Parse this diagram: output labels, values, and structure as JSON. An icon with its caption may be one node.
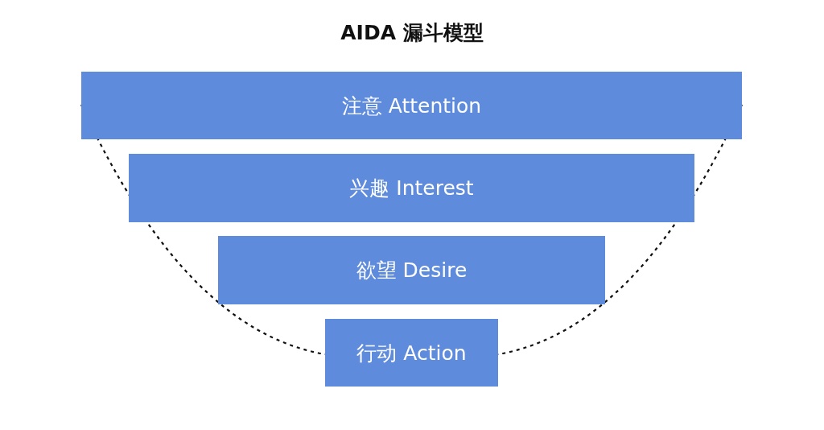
{
  "diagram": {
    "title": "AIDA 漏斗模型",
    "nodes": [
      {
        "text": [
          "注意 Attention"
        ]
      },
      {
        "text": [
          "兴趣 Interest"
        ]
      },
      {
        "text": [
          "欲望 Desire"
        ]
      },
      {
        "text": [
          "行动 Action"
        ]
      }
    ]
  }
}
